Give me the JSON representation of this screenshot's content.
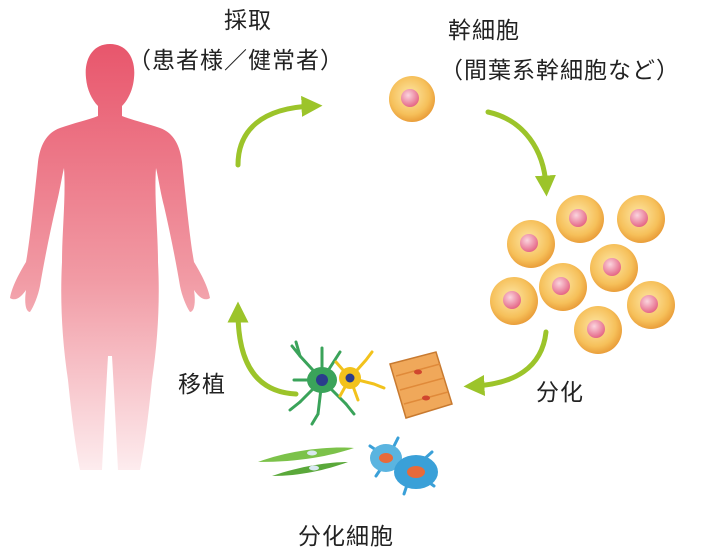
{
  "labels": {
    "harvest": "採取",
    "harvest_source": "（患者様／健常者）",
    "stem_cells": "幹細胞",
    "stem_cells_examples": "（間葉系幹細胞など）",
    "differentiation": "分化",
    "transplant": "移植",
    "differentiated_cells": "分化細胞"
  },
  "colors": {
    "human": "#e8566c",
    "arrow": "#9cc42a",
    "cell_body": "#f2b04a",
    "cell_nucleus": "#e8708c",
    "neuron_green": "#3aa35a",
    "neuron_yellow": "#f2c21c",
    "muscle": "#f0a85a",
    "fibroblast": "#7cc24a",
    "osteocyte": "#3aa0d8"
  }
}
